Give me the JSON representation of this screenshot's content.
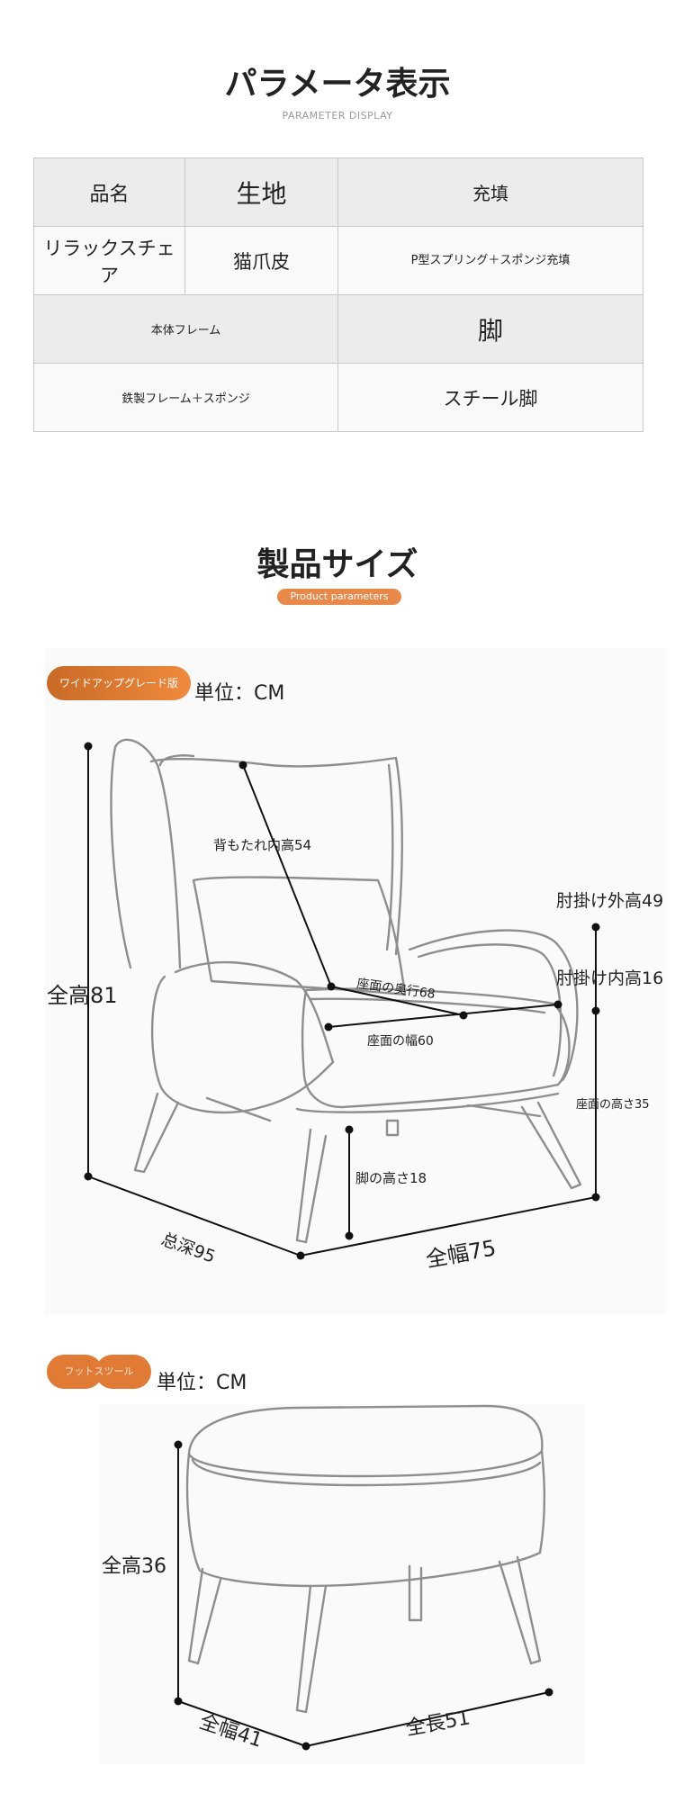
{
  "section1": {
    "title": "パラメータ表示",
    "subtitle": "PARAMETER DISPLAY"
  },
  "params": {
    "rows": [
      [
        "品名",
        "生地",
        "充填"
      ],
      [
        "リラックスチェア",
        "猫爪皮",
        "P型スプリング＋スポンジ充填"
      ],
      [
        "本体フレーム",
        "脚"
      ],
      [
        "鉄製フレーム＋スポンジ",
        "スチール脚"
      ]
    ]
  },
  "section2": {
    "title": "製品サイズ",
    "subtitle": "Product parameters"
  },
  "chair": {
    "badge": "ワイドアップグレード版",
    "unit": "単位：CM",
    "labels": {
      "total_height": "全高81",
      "back_inner_height": "背もたれ内高54",
      "armrest_outer_height": "肘掛け外高49",
      "armrest_inner_height": "肘掛け内高16",
      "seat_depth": "座面の奥行68",
      "seat_width": "座面の幅60",
      "seat_height": "座面の高さ35",
      "leg_height": "脚の高さ18",
      "total_depth": "总深95",
      "total_width": "全幅75"
    }
  },
  "stool": {
    "badge": "フットスツール",
    "unit": "単位：CM",
    "labels": {
      "total_height": "全高36",
      "width": "全幅41",
      "length": "全長51"
    }
  }
}
